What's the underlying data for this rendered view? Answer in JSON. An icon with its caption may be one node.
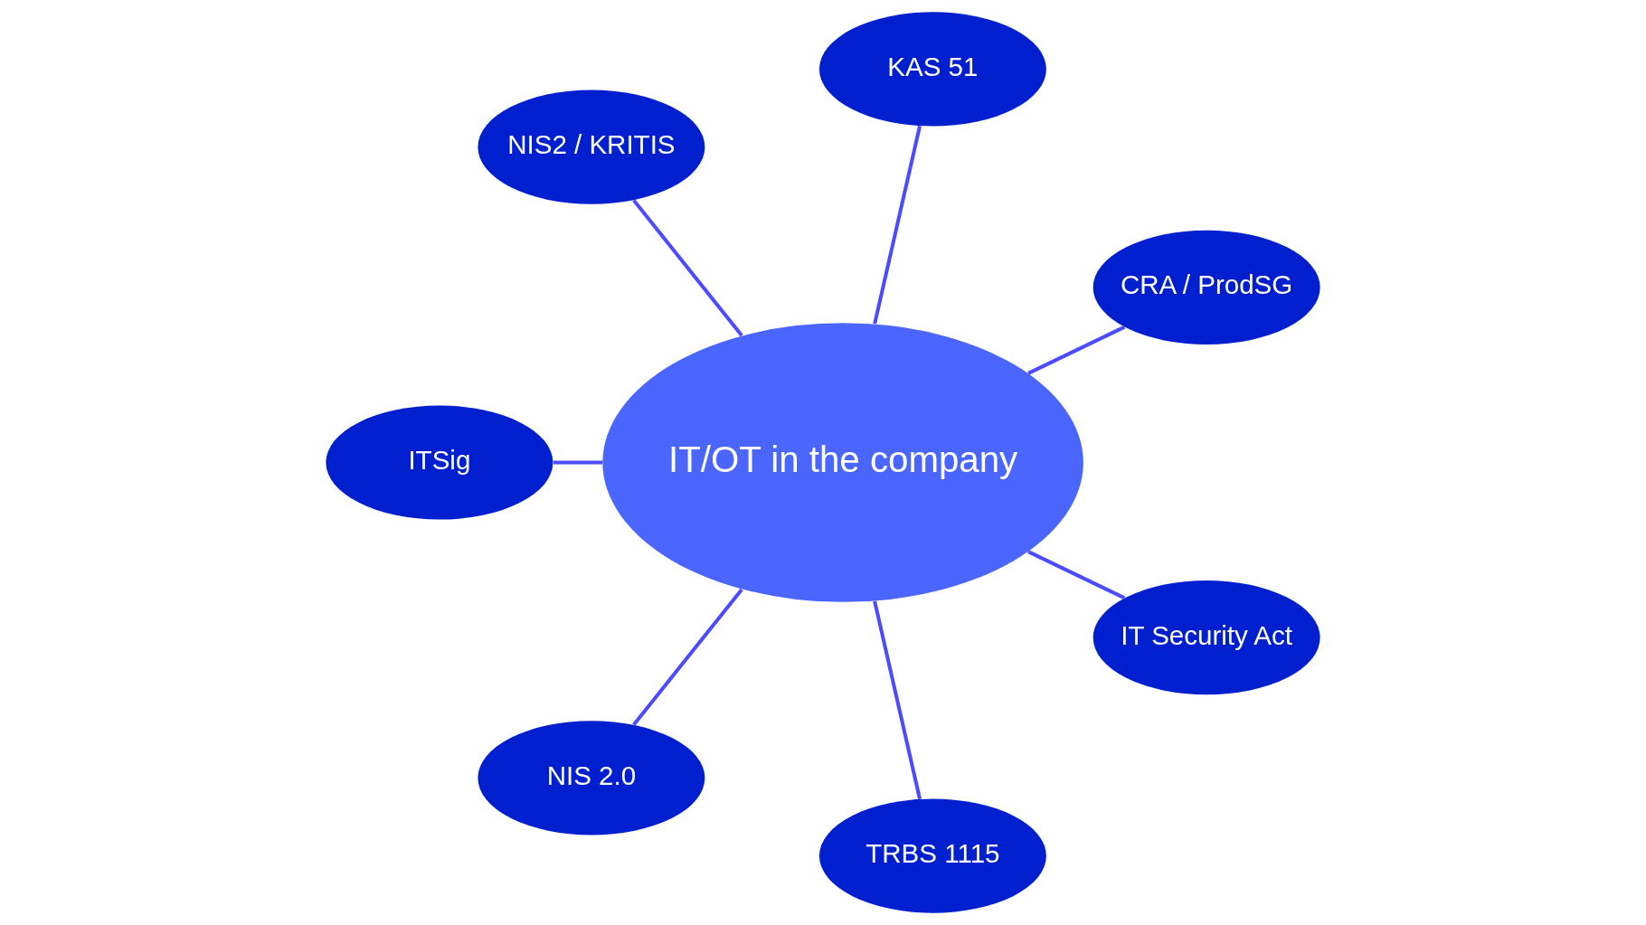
{
  "diagram": {
    "nodes": [
      {
        "text": [
          "IT/OT in the company"
        ]
      },
      {
        "text": [
          "CRA / ProdSG"
        ]
      },
      {
        "text": [
          "KAS 51"
        ]
      },
      {
        "text": [
          "NIS2 / KRITIS"
        ]
      },
      {
        "text": [
          "ITSig"
        ]
      },
      {
        "text": [
          "NIS 2.0"
        ]
      },
      {
        "text": [
          "TRBS 1115"
        ]
      },
      {
        "text": [
          "IT Security Act"
        ]
      }
    ],
    "edges": [
      {
        "from": 1,
        "to": 0,
        "arrow": "none"
      },
      {
        "from": 2,
        "to": 0,
        "arrow": "none"
      },
      {
        "from": 3,
        "to": 0,
        "arrow": "none"
      },
      {
        "from": 4,
        "to": 0,
        "arrow": "none"
      },
      {
        "from": 5,
        "to": 0,
        "arrow": "none"
      },
      {
        "from": 6,
        "to": 0,
        "arrow": "none"
      },
      {
        "from": 7,
        "to": 0,
        "arrow": "none"
      }
    ]
  }
}
